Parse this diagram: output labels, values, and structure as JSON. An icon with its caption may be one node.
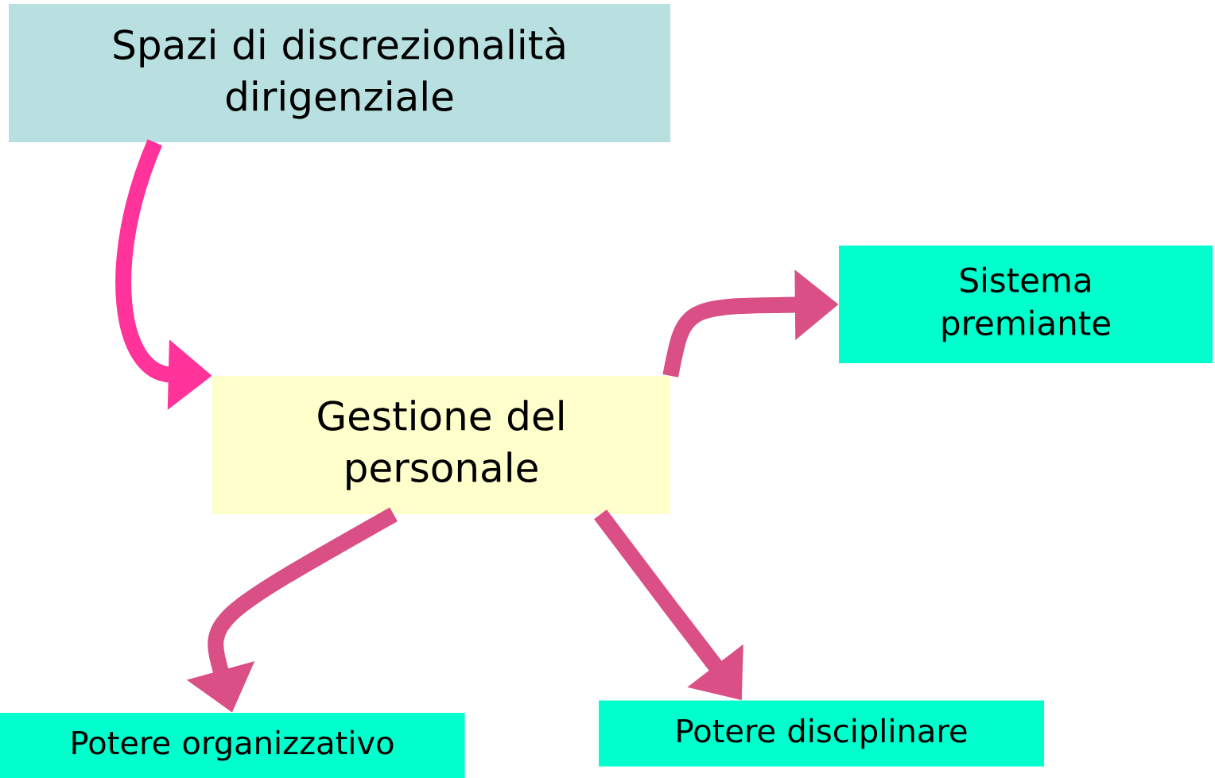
{
  "diagram": {
    "nodes": [
      {
        "text": [
          "Spazi di discrezionalità dirigenziale"
        ]
      },
      {
        "text": [
          "Sistema premiante"
        ]
      },
      {
        "text": [
          "Gestione del personale"
        ]
      },
      {
        "text": [
          "Potere organizzativo"
        ]
      },
      {
        "text": [
          "Potere disciplinare"
        ]
      }
    ],
    "edges": [
      {
        "from": 0,
        "to": 2,
        "arrow": "to",
        "color": "#ff3399"
      },
      {
        "from": 2,
        "to": 1,
        "arrow": "to"
      },
      {
        "from": 2,
        "to": 3,
        "arrow": "to"
      },
      {
        "from": 2,
        "to": 4,
        "arrow": "to"
      }
    ]
  }
}
